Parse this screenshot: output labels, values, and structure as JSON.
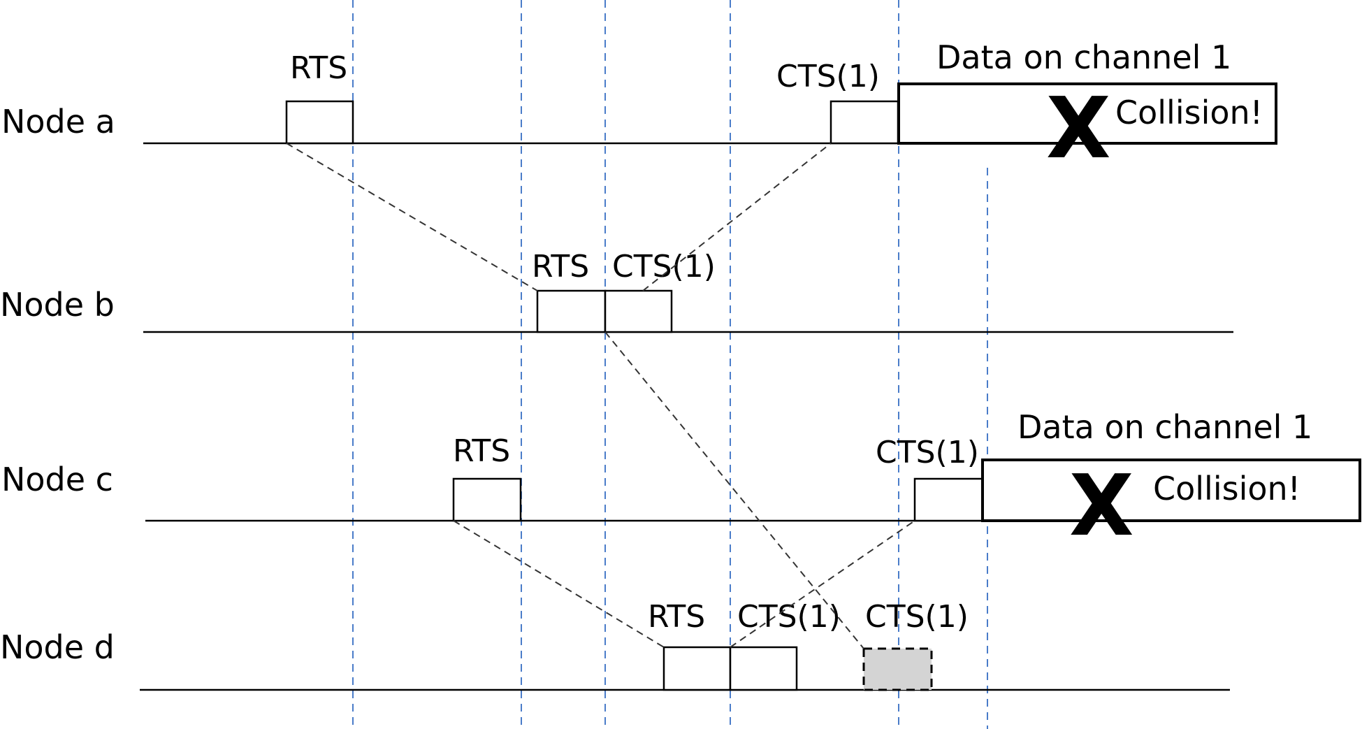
{
  "nodes": {
    "a": {
      "label": "Node a"
    },
    "b": {
      "label": "Node b"
    },
    "c": {
      "label": "Node c"
    },
    "d": {
      "label": "Node d"
    }
  },
  "frames": {
    "rts": "RTS",
    "cts": "CTS(1)",
    "data": "Data on channel 1",
    "collision": "Collision!",
    "collision_mark": "X"
  },
  "colors": {
    "time_gridline": "#4a7cc9",
    "pending_cts_fill": "#d4d4d4"
  }
}
